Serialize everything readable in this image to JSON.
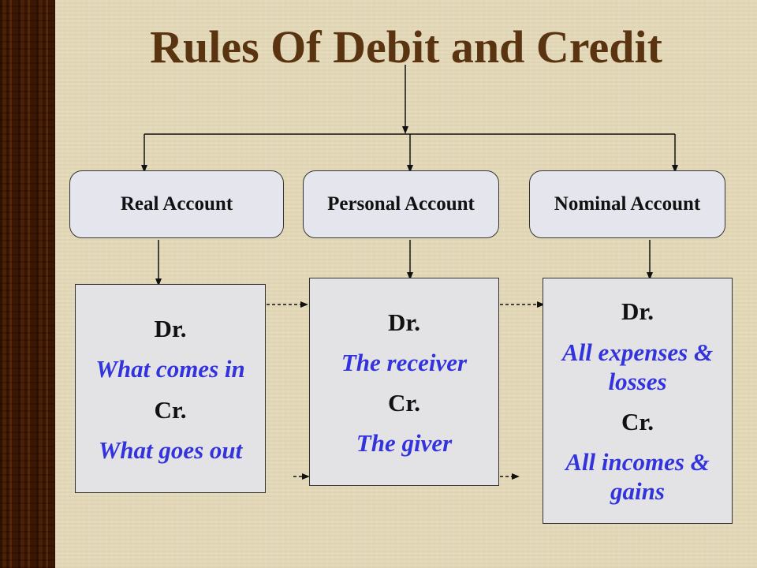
{
  "title": "Rules Of Debit and Credit",
  "accounts": [
    {
      "name": "Real Account",
      "dr_label": "Dr.",
      "dr_rule": "What comes in",
      "cr_label": "Cr.",
      "cr_rule": "What goes out"
    },
    {
      "name": "Personal Account",
      "dr_label": "Dr.",
      "dr_rule": "The receiver",
      "cr_label": "Cr.",
      "cr_rule": "The giver"
    },
    {
      "name": "Nominal Account",
      "dr_label": "Dr.",
      "dr_rule": "All expenses & losses",
      "cr_label": "Cr.",
      "cr_rule": "All incomes & gains"
    }
  ],
  "colors": {
    "title": "#5a3410",
    "rule_text": "#3333dd",
    "border_wood": "#7a4d1e"
  }
}
